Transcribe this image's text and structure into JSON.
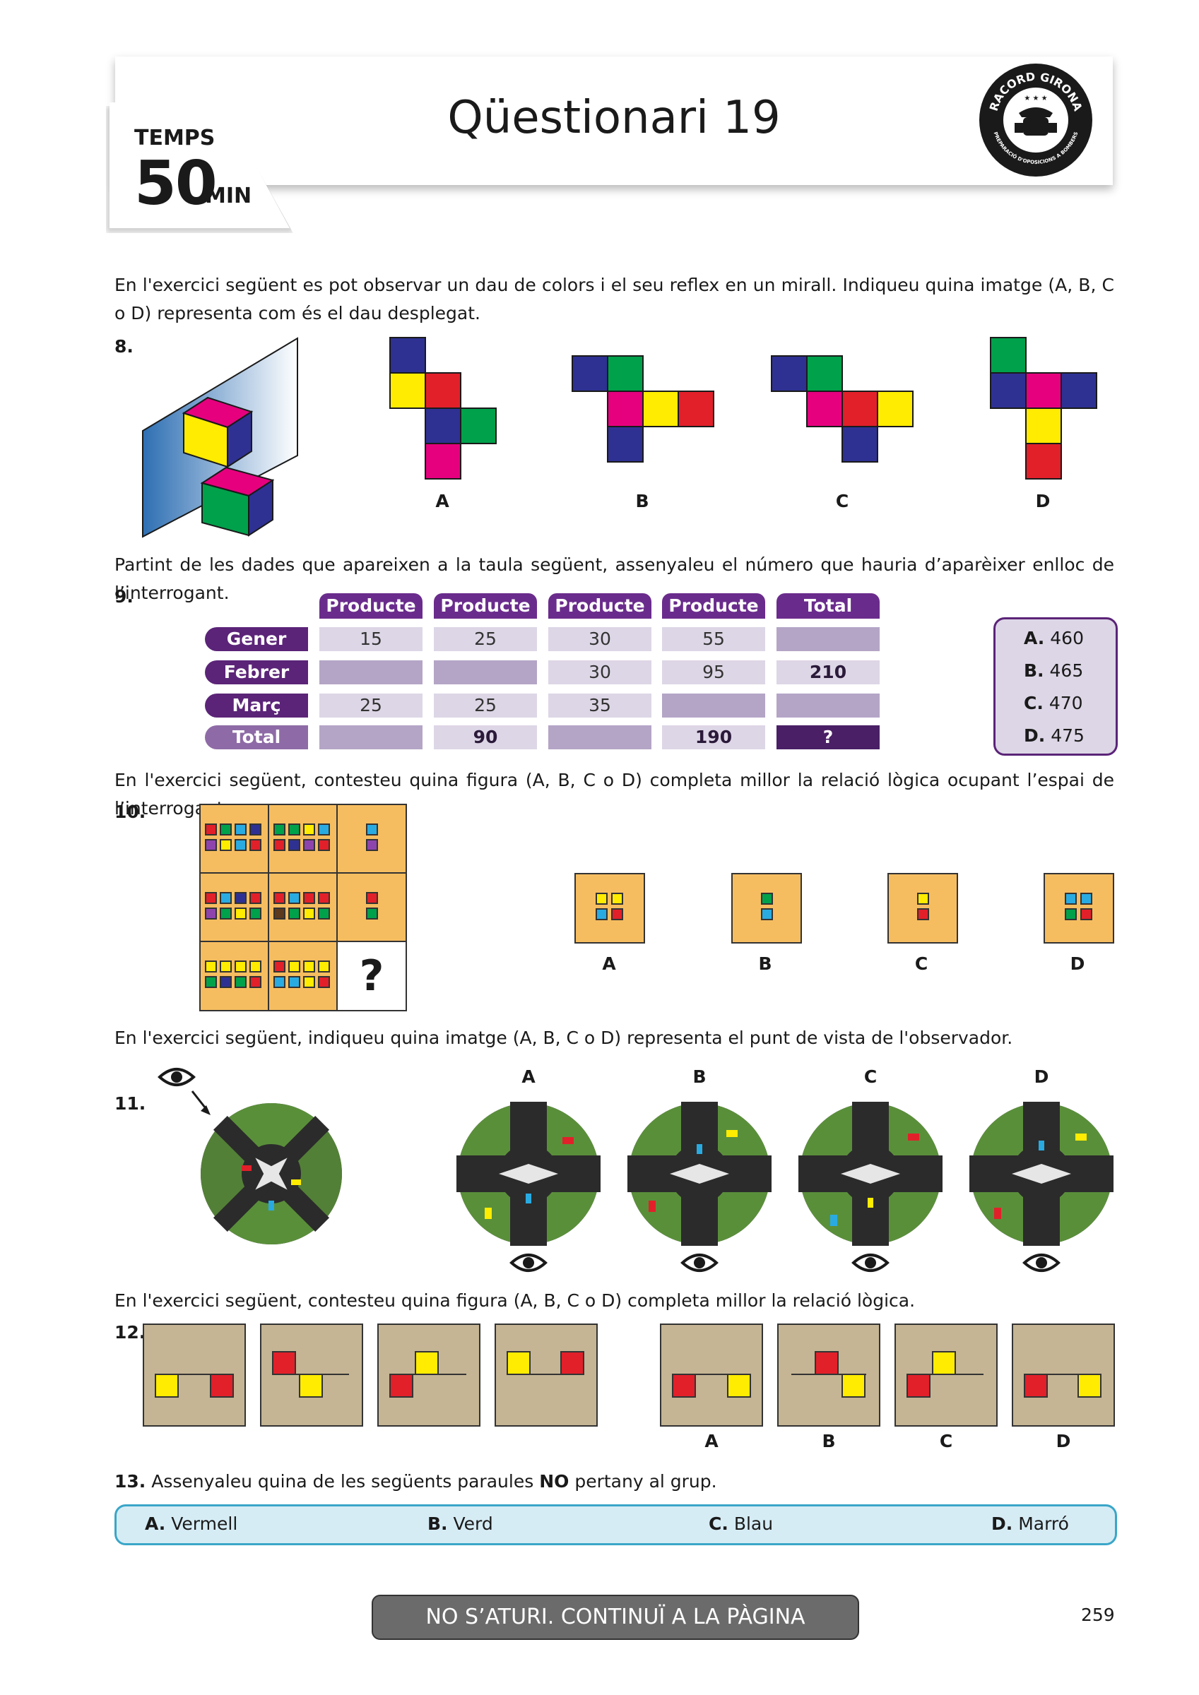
{
  "header": {
    "title": "Qüestionari 19",
    "time_label": "TEMPS",
    "time_value": "50",
    "time_unit": "MIN",
    "logo_text_top": "RACORD GIRONA",
    "logo_text_bottom": "PREPARACIÓ D'OPOSICIONS A BOMBERS"
  },
  "q8": {
    "intro": "En l'exercici següent es pot observar un dau de colors i el seu reflex en un mirall. Indiqueu quina imatge (A, B, C o D) representa com és el dau desplegat.",
    "number": "8.",
    "options": [
      "A",
      "B",
      "C",
      "D"
    ]
  },
  "q9": {
    "intro": "Partint de les dades que apareixen a la taula següent, assenyaleu el número que hauria d’aparèixer enlloc de l’interrogant.",
    "number": "9.",
    "columns": [
      "Producte A",
      "Producte B",
      "Producte C",
      "Producte D",
      "Total"
    ],
    "rows": [
      {
        "label": "Gener",
        "cells": [
          "15",
          "25",
          "30",
          "55",
          ""
        ]
      },
      {
        "label": "Febrer",
        "cells": [
          "",
          "",
          "30",
          "95",
          "210"
        ]
      },
      {
        "label": "Març",
        "cells": [
          "25",
          "25",
          "35",
          "",
          ""
        ]
      },
      {
        "label": "Total",
        "cells": [
          "",
          "90",
          "",
          "190",
          "?"
        ]
      }
    ],
    "answers": [
      {
        "letter": "A.",
        "value": "460"
      },
      {
        "letter": "B.",
        "value": "465"
      },
      {
        "letter": "C.",
        "value": "470"
      },
      {
        "letter": "D.",
        "value": "475"
      }
    ]
  },
  "q10": {
    "intro": "En l'exercici següent, contesteu quina figura (A, B, C o D) completa millor la relació lògica ocupant l’espai de l’interrogant.",
    "number": "10.",
    "question_mark": "?",
    "options": [
      "A",
      "B",
      "C",
      "D"
    ]
  },
  "q11": {
    "intro": "En l'exercici següent, indiqueu quina imatge (A, B, C o D) representa el punt de vista de l'observador.",
    "number": "11.",
    "options": [
      "A",
      "B",
      "C",
      "D"
    ]
  },
  "q12": {
    "intro": "En l'exercici següent, contesteu quina figura (A, B, C o D) completa millor la relació lògica.",
    "number": "12.",
    "options": [
      "A",
      "B",
      "C",
      "D"
    ]
  },
  "q13": {
    "number": "13.",
    "text_before": "Assenyaleu quina de les següents paraules",
    "text_bold": "NO",
    "text_after": "pertany al grup.",
    "answers": [
      {
        "letter": "A.",
        "value": "Vermell"
      },
      {
        "letter": "B.",
        "value": "Verd"
      },
      {
        "letter": "C.",
        "value": "Blau"
      },
      {
        "letter": "D.",
        "value": "Marró"
      }
    ]
  },
  "footer": {
    "continue_label": "NO S’ATURI. CONTINUÏ A LA PÀGINA SEGÜENT",
    "page_number": "259"
  },
  "colors": {
    "purple": "#5b2478",
    "orange": "#f6bd60",
    "tan": "#c5b594",
    "blue_cube": "#2e3192",
    "red_cube": "#e2202a",
    "yellow_cube": "#ffec00",
    "green_cube": "#00a14b",
    "magenta_cube": "#e6007e"
  }
}
